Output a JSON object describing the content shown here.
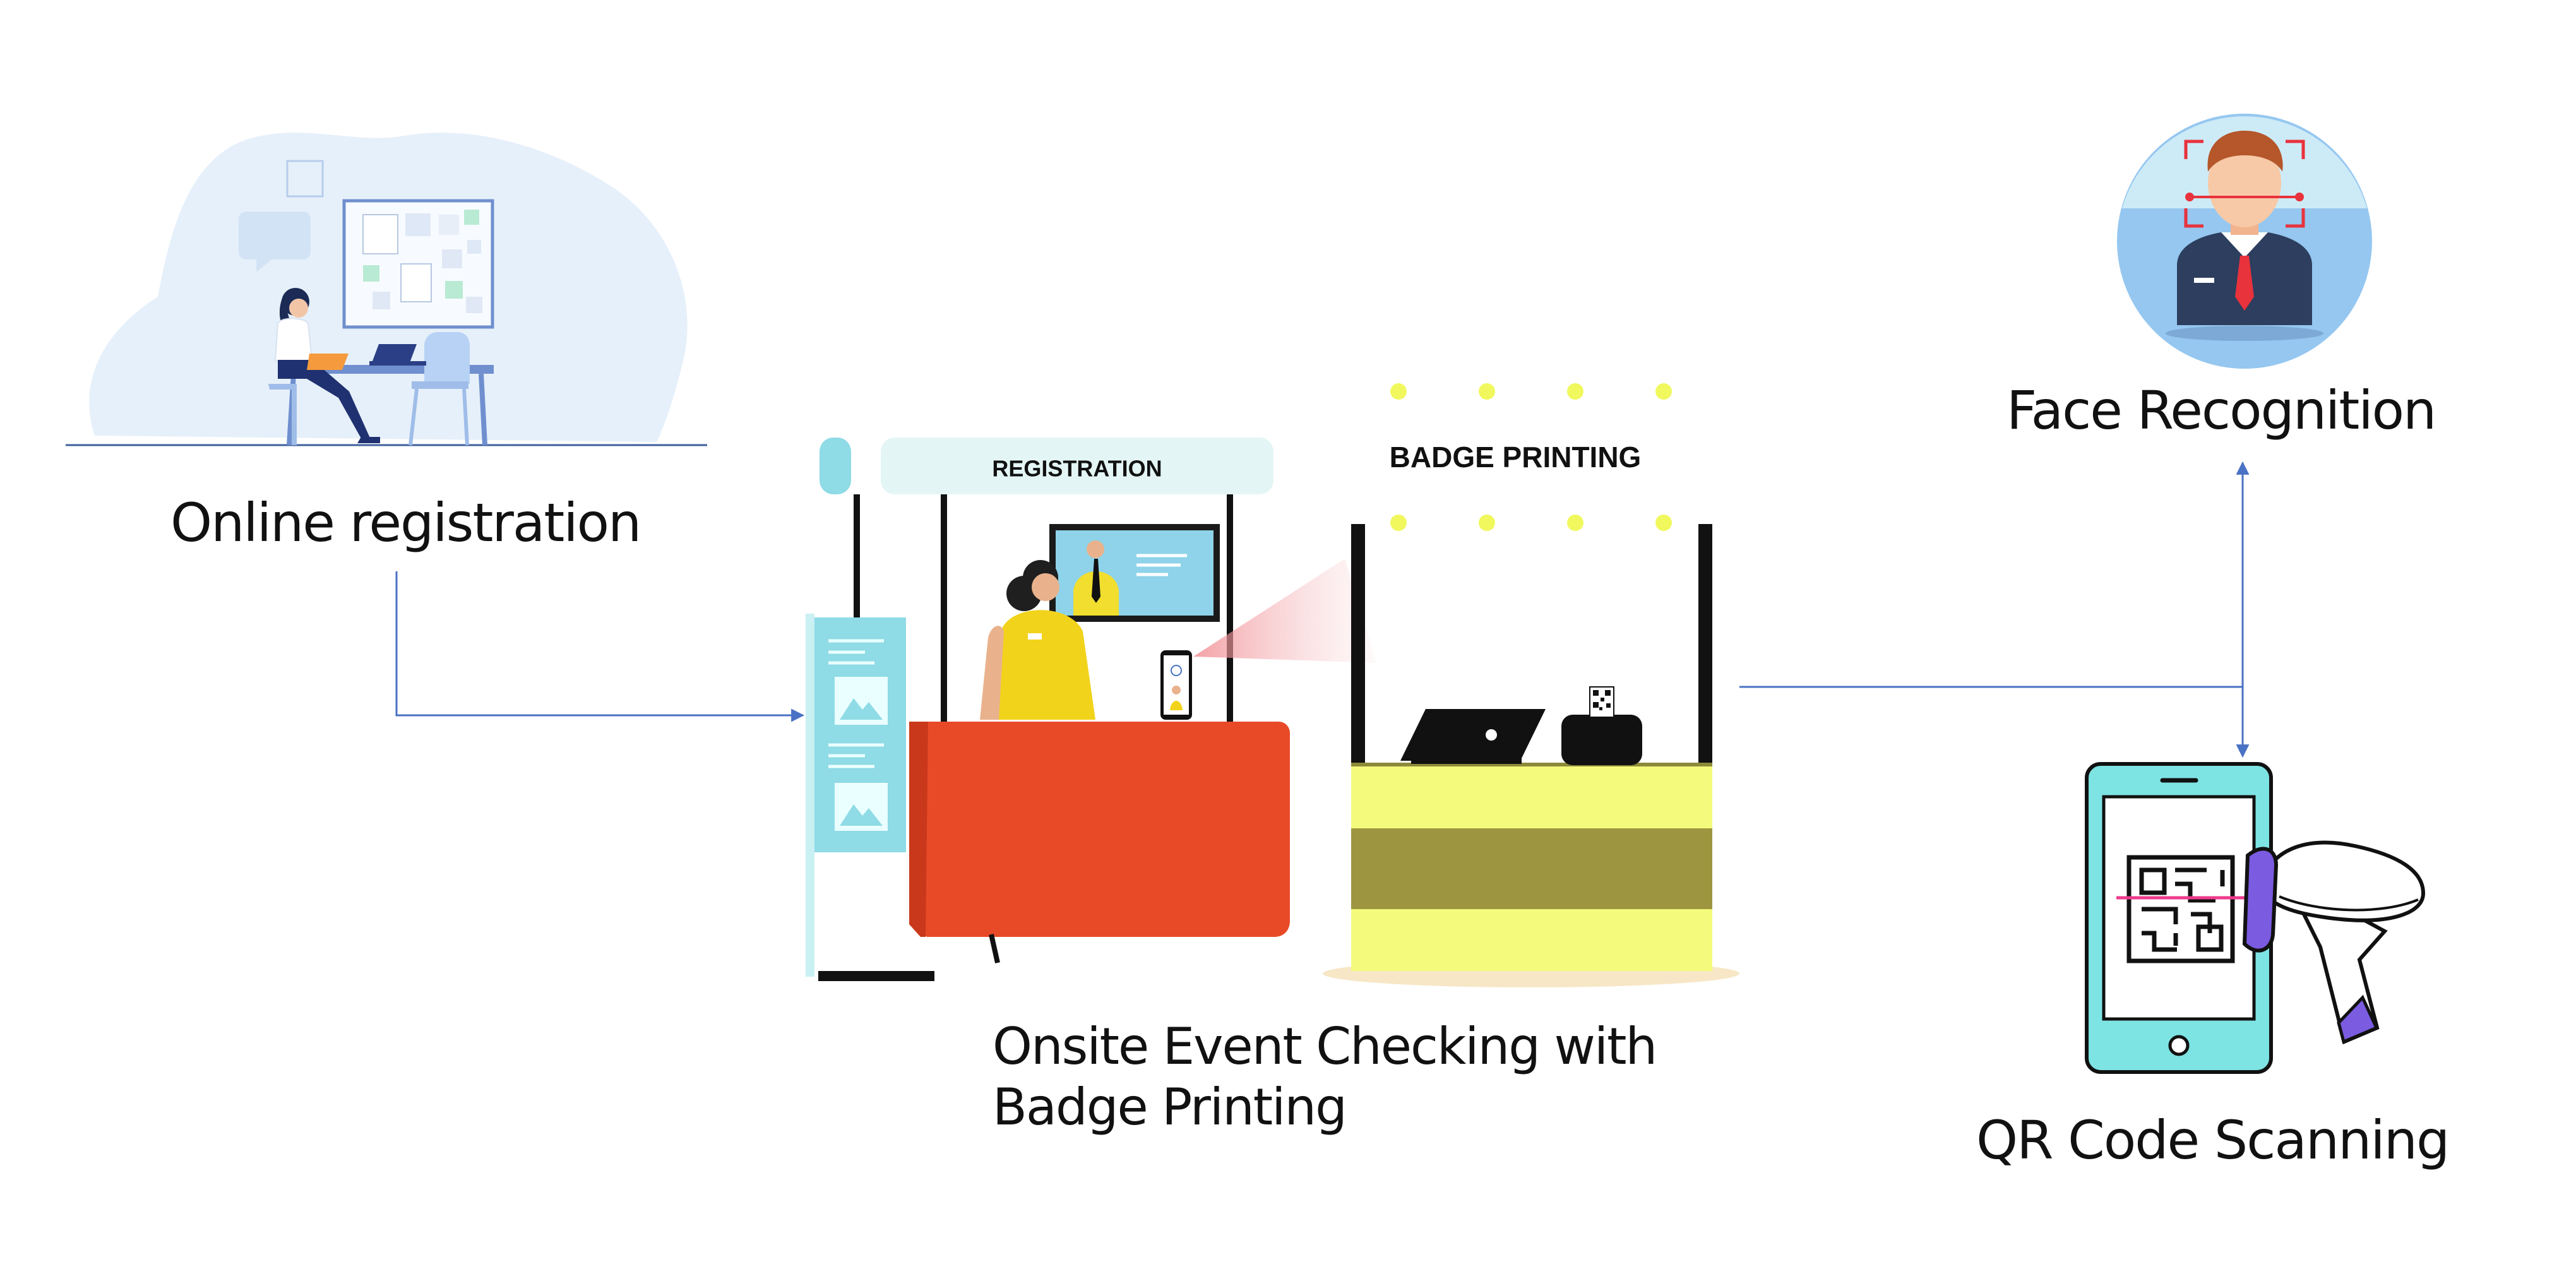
{
  "nodes": {
    "online_registration": "Online registration",
    "onsite_checking_line1": "Onsite Event Checking with",
    "onsite_checking_line2": "Badge Printing",
    "face_recognition": "Face Recognition",
    "qr_code_scanning": "QR Code Scanning"
  },
  "booth_signs": {
    "registration": "REGISTRATION",
    "badge_printing": "BADGE PRINTING"
  },
  "colors": {
    "arrow": "#4a72c4",
    "registration_desk": "#e84a28",
    "badge_booth": "#f4fb7c",
    "badge_stripe": "#9e9540",
    "sign_cyan": "#8fdbe6",
    "phone": "#7ee3e3",
    "scanner_accent": "#7b5be0",
    "face_circle": "#95c7f0"
  },
  "icons": [
    "laptop-icon",
    "qr-code-icon",
    "phone-icon",
    "barcode-scanner-icon",
    "face-scan-icon"
  ]
}
